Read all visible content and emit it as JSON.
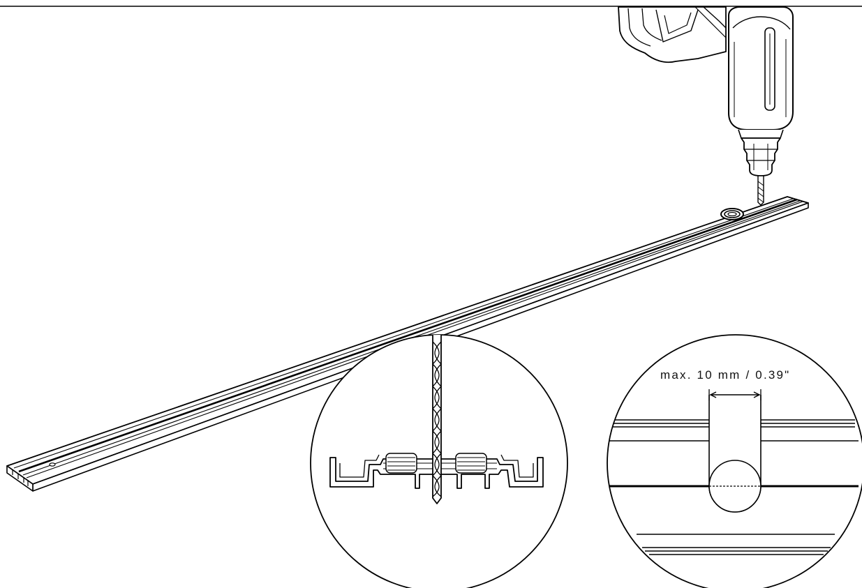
{
  "diagram": {
    "dimension_label": "max. 10 mm / 0.39\"",
    "colors": {
      "stroke": "#000000",
      "background": "#ffffff",
      "hatch": "#333333"
    },
    "parts": [
      "top-border-line",
      "drill",
      "rail",
      "hole-grommet",
      "detail-circle-cross-section",
      "detail-circle-slot-dimension"
    ]
  }
}
